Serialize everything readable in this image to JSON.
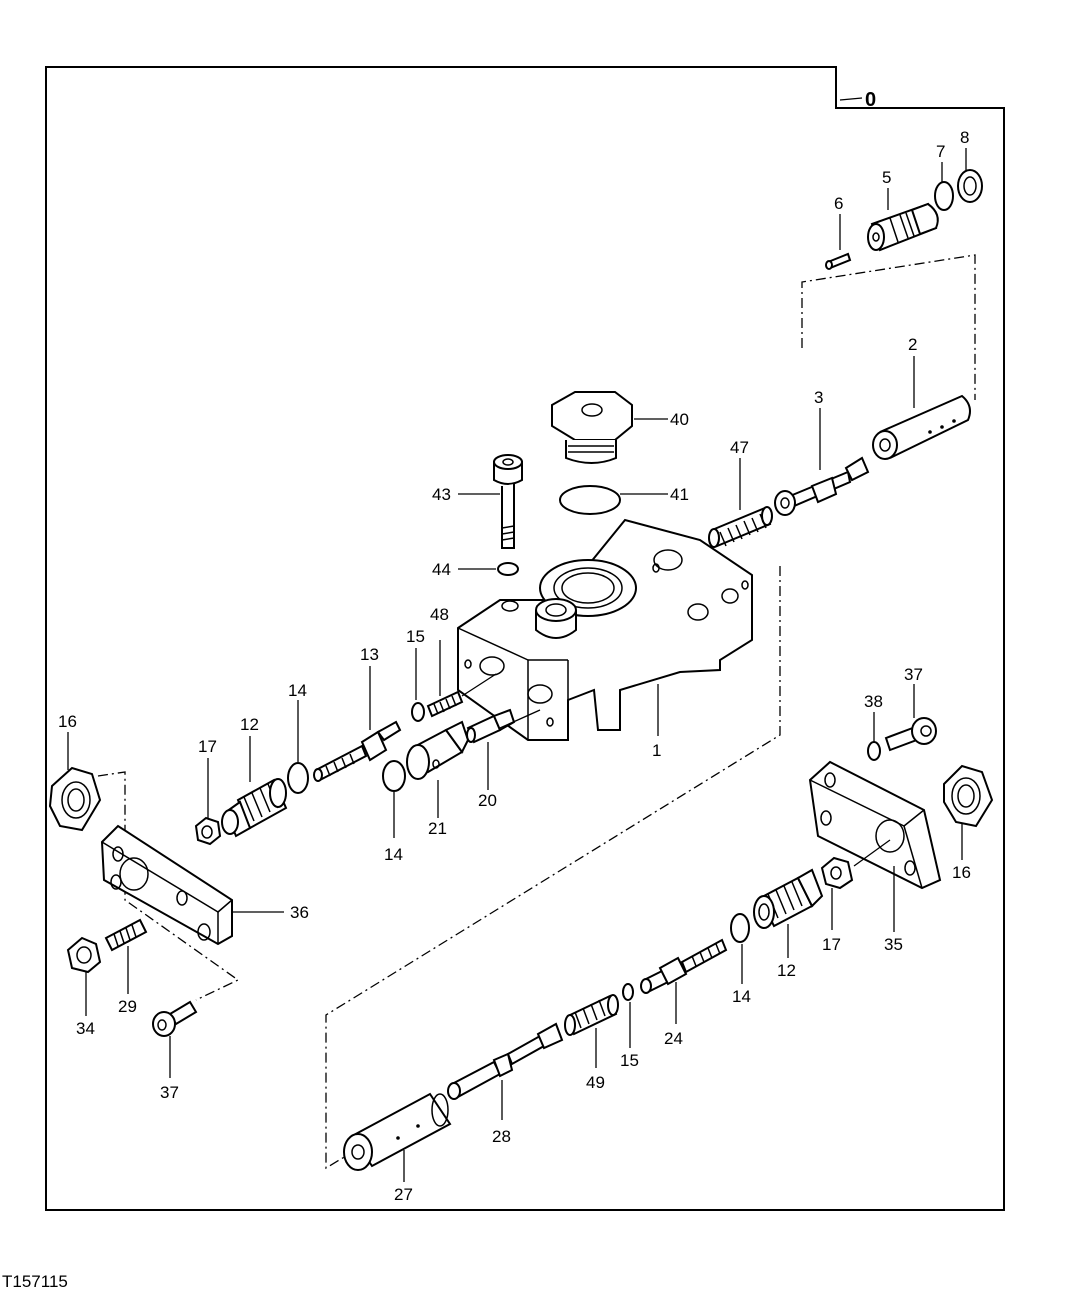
{
  "diagram": {
    "assembly_label": "0",
    "figure_id": "T157115",
    "callouts": [
      {
        "key": "c0",
        "text": "0"
      },
      {
        "key": "c1",
        "text": "1"
      },
      {
        "key": "c2",
        "text": "2"
      },
      {
        "key": "c3",
        "text": "3"
      },
      {
        "key": "c5",
        "text": "5"
      },
      {
        "key": "c6",
        "text": "6"
      },
      {
        "key": "c7",
        "text": "7"
      },
      {
        "key": "c8",
        "text": "8"
      },
      {
        "key": "c12a",
        "text": "12"
      },
      {
        "key": "c12b",
        "text": "12"
      },
      {
        "key": "c13",
        "text": "13"
      },
      {
        "key": "c14a",
        "text": "14"
      },
      {
        "key": "c14b",
        "text": "14"
      },
      {
        "key": "c14c",
        "text": "14"
      },
      {
        "key": "c15a",
        "text": "15"
      },
      {
        "key": "c15b",
        "text": "15"
      },
      {
        "key": "c16a",
        "text": "16"
      },
      {
        "key": "c16b",
        "text": "16"
      },
      {
        "key": "c17a",
        "text": "17"
      },
      {
        "key": "c17b",
        "text": "17"
      },
      {
        "key": "c20",
        "text": "20"
      },
      {
        "key": "c21",
        "text": "21"
      },
      {
        "key": "c24",
        "text": "24"
      },
      {
        "key": "c27",
        "text": "27"
      },
      {
        "key": "c28",
        "text": "28"
      },
      {
        "key": "c29",
        "text": "29"
      },
      {
        "key": "c34",
        "text": "34"
      },
      {
        "key": "c35",
        "text": "35"
      },
      {
        "key": "c36",
        "text": "36"
      },
      {
        "key": "c37a",
        "text": "37"
      },
      {
        "key": "c37b",
        "text": "37"
      },
      {
        "key": "c38",
        "text": "38"
      },
      {
        "key": "c40",
        "text": "40"
      },
      {
        "key": "c41",
        "text": "41"
      },
      {
        "key": "c43",
        "text": "43"
      },
      {
        "key": "c44",
        "text": "44"
      },
      {
        "key": "c47",
        "text": "47"
      },
      {
        "key": "c48",
        "text": "48"
      },
      {
        "key": "c49",
        "text": "49"
      }
    ]
  }
}
